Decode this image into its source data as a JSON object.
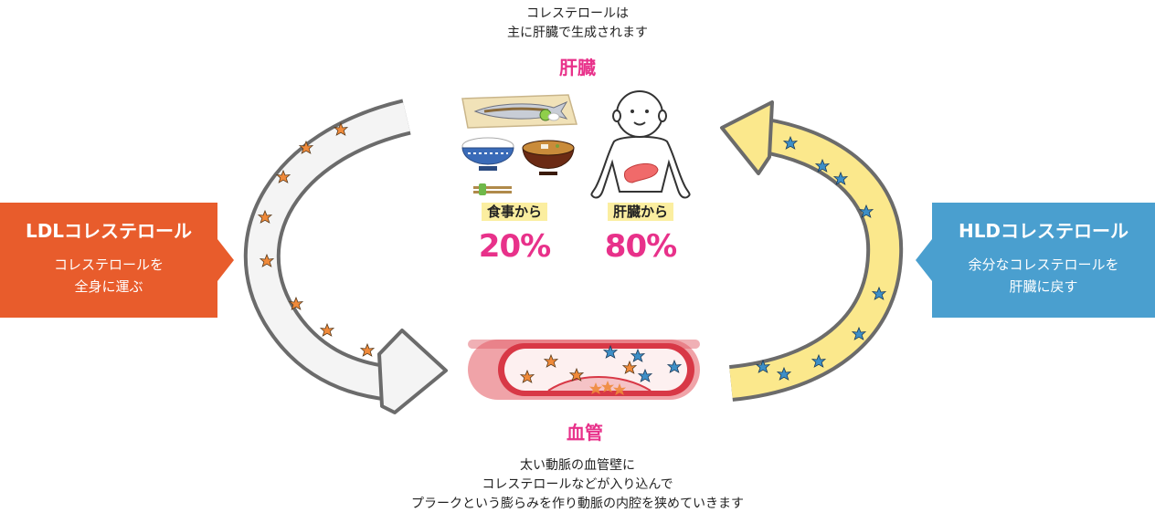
{
  "colors": {
    "pink": "#e8318a",
    "ldl_box": "#e85c2c",
    "hdl_box": "#4a9fcf",
    "tag_bg": "#fbeea0",
    "ldl_arrow_fill": "#f4f4f4",
    "hdl_arrow_fill": "#fbe88c",
    "ldl_star": "#f08a3a",
    "hdl_star": "#3d8fc7"
  },
  "top_note": {
    "line1": "コレステロールは",
    "line2": "主に肝臓で生成されます"
  },
  "liver_label": "肝臓",
  "sources": {
    "food": {
      "label": "食事から",
      "percent": "20%"
    },
    "liver": {
      "label": "肝臓から",
      "percent": "80%"
    }
  },
  "vessel_label": "血管",
  "bottom_note": {
    "line1": "太い動脈の血管壁に",
    "line2": "コレステロールなどが入り込んで",
    "line3": "プラークという膨らみを作り動脈の内腔を狭めていきます"
  },
  "ldl": {
    "title": "LDLコレステロール",
    "line1": "コレステロールを",
    "line2": "全身に運ぶ"
  },
  "hdl": {
    "title": "HLDコレステロール",
    "line1": "余分なコレステロールを",
    "line2": "肝臓に戻す"
  },
  "icons": [
    "fish-meal-icon",
    "rice-bowl-icon",
    "miso-soup-icon",
    "chopsticks-icon",
    "person-liver-icon",
    "blood-vessel-icon",
    "ldl-arrow-icon",
    "hdl-arrow-icon"
  ]
}
